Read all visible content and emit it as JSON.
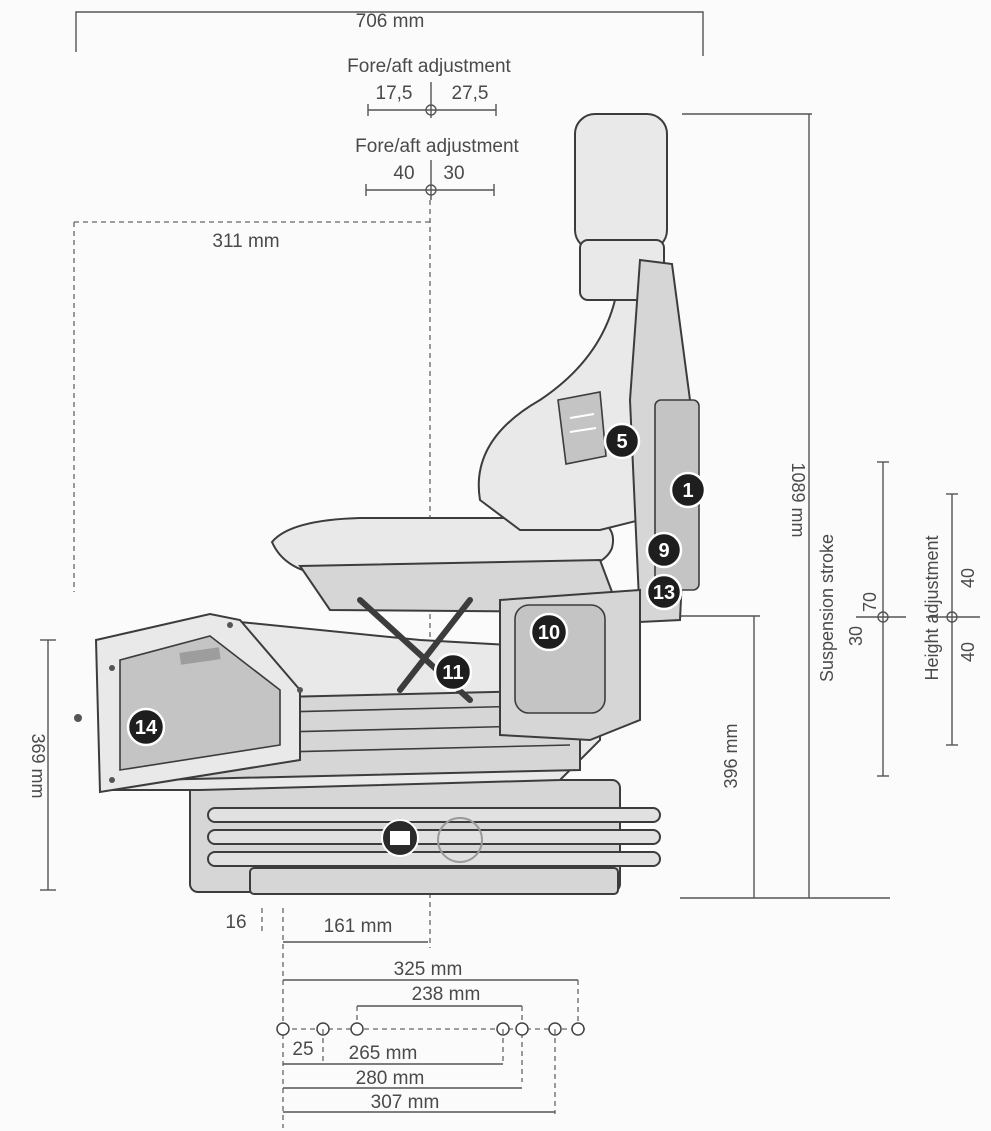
{
  "dimensions": {
    "overall_length": "706 mm",
    "fore_aft_1": {
      "label": "Fore/aft adjustment",
      "left": "17,5",
      "right": "27,5"
    },
    "fore_aft_2": {
      "label": "Fore/aft adjustment",
      "left": "40",
      "right": "30"
    },
    "seat_depth": "311 mm",
    "overall_height": "1089 mm",
    "suspension_stroke": {
      "label": "Suspension stroke",
      "total": "70",
      "down": "30"
    },
    "height_adjustment": {
      "label": "Height adjustment",
      "up": "40",
      "down": "40"
    },
    "base_height": "369 mm",
    "seat_height": "396 mm",
    "offset_small": "16",
    "offset_161": "161 mm",
    "rail_325": "325 mm",
    "rail_238": "238 mm",
    "hole_gap": "25",
    "rail_265": "265 mm",
    "rail_280": "280 mm",
    "rail_307": "307 mm"
  },
  "markers": [
    "5",
    "1",
    "9",
    "13",
    "10",
    "11",
    "14"
  ]
}
